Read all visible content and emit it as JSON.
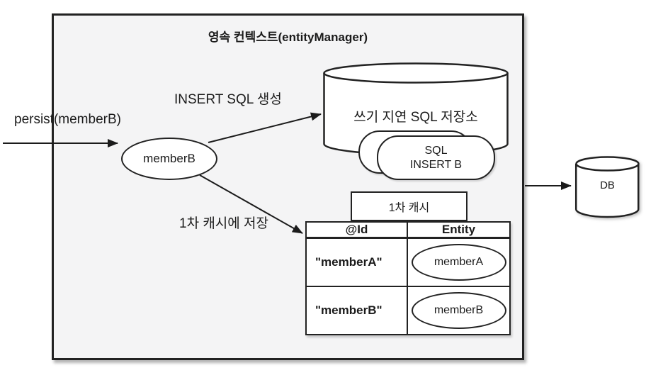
{
  "diagram": {
    "title": "영속 컨텍스트(entityManager)",
    "persist_label": "persist(memberB)",
    "insert_sql_label": "INSERT SQL 생성",
    "cache_save_label": "1차 캐시에 저장",
    "member_entity": "memberB",
    "sql_store": {
      "title": "쓰기 지연 SQL 저장소",
      "card_line1": "SQL",
      "card_line2": "INSERT B"
    },
    "first_cache": {
      "title": "1차 캐시",
      "columns": [
        "@Id",
        "Entity"
      ],
      "rows": [
        {
          "id": "\"memberA\"",
          "entity": "memberA"
        },
        {
          "id": "\"memberB\"",
          "entity": "memberB"
        }
      ]
    },
    "db_label": "DB",
    "colors": {
      "stroke": "#222222",
      "container_fill": "#f4f4f5",
      "shape_fill": "#ffffff",
      "background": "#ffffff"
    }
  }
}
